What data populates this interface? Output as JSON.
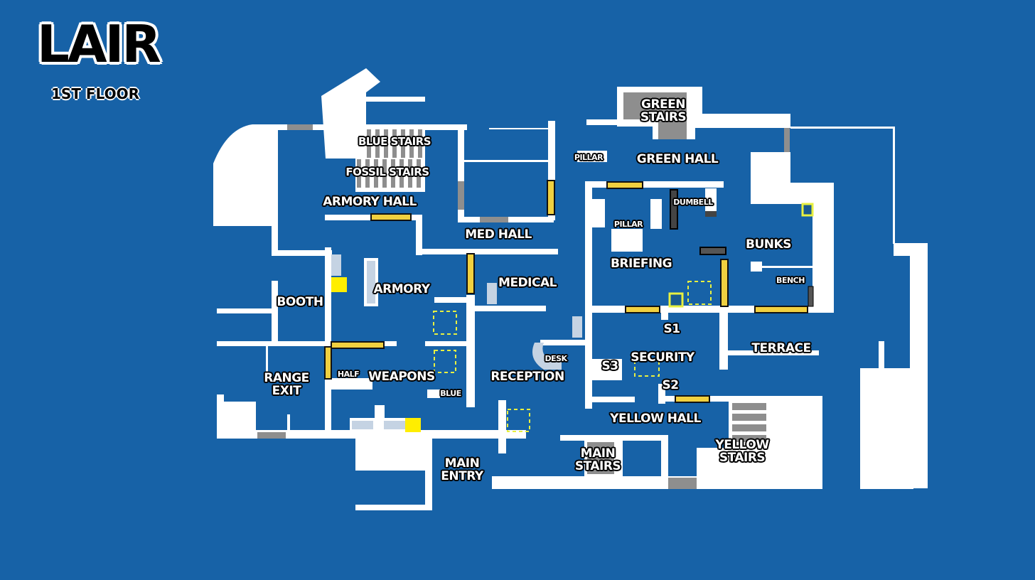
{
  "map": {
    "title": "LAIR",
    "floor": "1ST FLOOR",
    "colors": {
      "background": "#1762a7",
      "walls": "#ffffff",
      "reinforced": "#f0d040",
      "hatch": "#ffee00"
    },
    "labels": {
      "blue_stairs": "BLUE STAIRS",
      "fossil_stairs": "FOSSIL STAIRS",
      "armory_hall": "ARMORY HALL",
      "med_hall": "MED HALL",
      "pillar_north": "PILLAR",
      "green_stairs_1": "GREEN",
      "green_stairs_2": "STAIRS",
      "green_hall": "GREEN HALL",
      "dumbell": "DUMBELL",
      "pillar_briefing": "PILLAR",
      "bunks": "BUNKS",
      "briefing": "BRIEFING",
      "bench": "BENCH",
      "booth": "BOOTH",
      "armory": "ARMORY",
      "medical": "MEDICAL",
      "s1": "S1",
      "security": "SECURITY",
      "terrace": "TERRACE",
      "s3": "S3",
      "desk": "DESK",
      "range_exit_1": "RANGE",
      "range_exit_2": "EXIT",
      "half": "HALF",
      "weapons": "WEAPONS",
      "reception": "RECEPTION",
      "blue": "BLUE",
      "s2": "S2",
      "yellow_hall": "YELLOW HALL",
      "main_stairs_1": "MAIN",
      "main_stairs_2": "STAIRS",
      "yellow_stairs_1": "YELLOW",
      "yellow_stairs_2": "STAIRS",
      "main_entry_1": "MAIN",
      "main_entry_2": "ENTRY"
    }
  }
}
